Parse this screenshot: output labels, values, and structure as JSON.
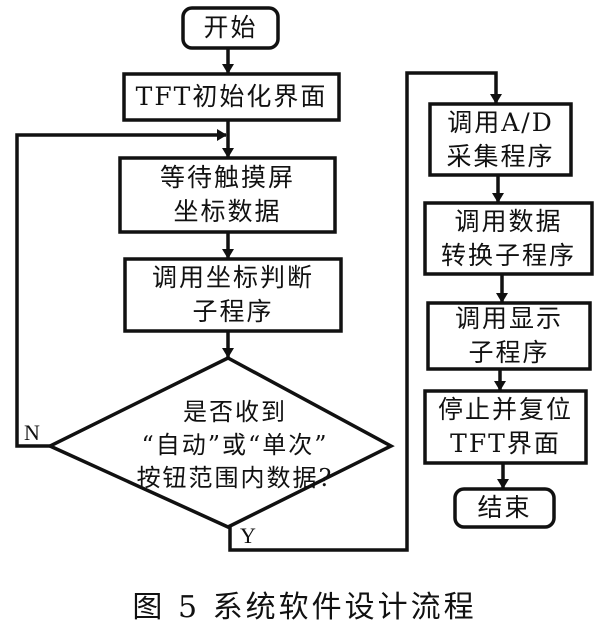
{
  "diagram": {
    "type": "flowchart",
    "nodes": {
      "start": {
        "kind": "terminal",
        "lines": [
          "开始"
        ]
      },
      "tft_init": {
        "kind": "process",
        "lines": [
          "TFT初始化界面"
        ]
      },
      "wait_touch": {
        "kind": "process",
        "lines": [
          "等待触摸屏",
          "坐标数据"
        ]
      },
      "call_coord": {
        "kind": "process",
        "lines": [
          "调用坐标判断",
          "子程序"
        ]
      },
      "decision": {
        "kind": "decision",
        "lines": [
          "是否收到",
          "“自动”或“单次”",
          "按钮范围内数据?"
        ]
      },
      "call_ad": {
        "kind": "process",
        "lines": [
          "调用A/D",
          "采集程序"
        ]
      },
      "call_convert": {
        "kind": "process",
        "lines": [
          "调用数据",
          "转换子程序"
        ]
      },
      "call_display": {
        "kind": "process",
        "lines": [
          "调用显示",
          "子程序"
        ]
      },
      "stop_reset": {
        "kind": "process",
        "lines": [
          "停止并复位",
          "TFT界面"
        ]
      },
      "end": {
        "kind": "terminal",
        "lines": [
          "结束"
        ]
      }
    },
    "edges": [
      {
        "from": "start",
        "to": "tft_init",
        "label": ""
      },
      {
        "from": "tft_init",
        "to": "wait_touch",
        "label": ""
      },
      {
        "from": "wait_touch",
        "to": "call_coord",
        "label": ""
      },
      {
        "from": "call_coord",
        "to": "decision",
        "label": ""
      },
      {
        "from": "decision",
        "to": "wait_touch",
        "label": "N"
      },
      {
        "from": "decision",
        "to": "call_ad",
        "label": "Y"
      },
      {
        "from": "call_ad",
        "to": "call_convert",
        "label": ""
      },
      {
        "from": "call_convert",
        "to": "call_display",
        "label": ""
      },
      {
        "from": "call_display",
        "to": "stop_reset",
        "label": ""
      },
      {
        "from": "stop_reset",
        "to": "end",
        "label": ""
      }
    ],
    "labels": {
      "no": "N",
      "yes": "Y"
    }
  },
  "caption": "图 5  系统软件设计流程"
}
